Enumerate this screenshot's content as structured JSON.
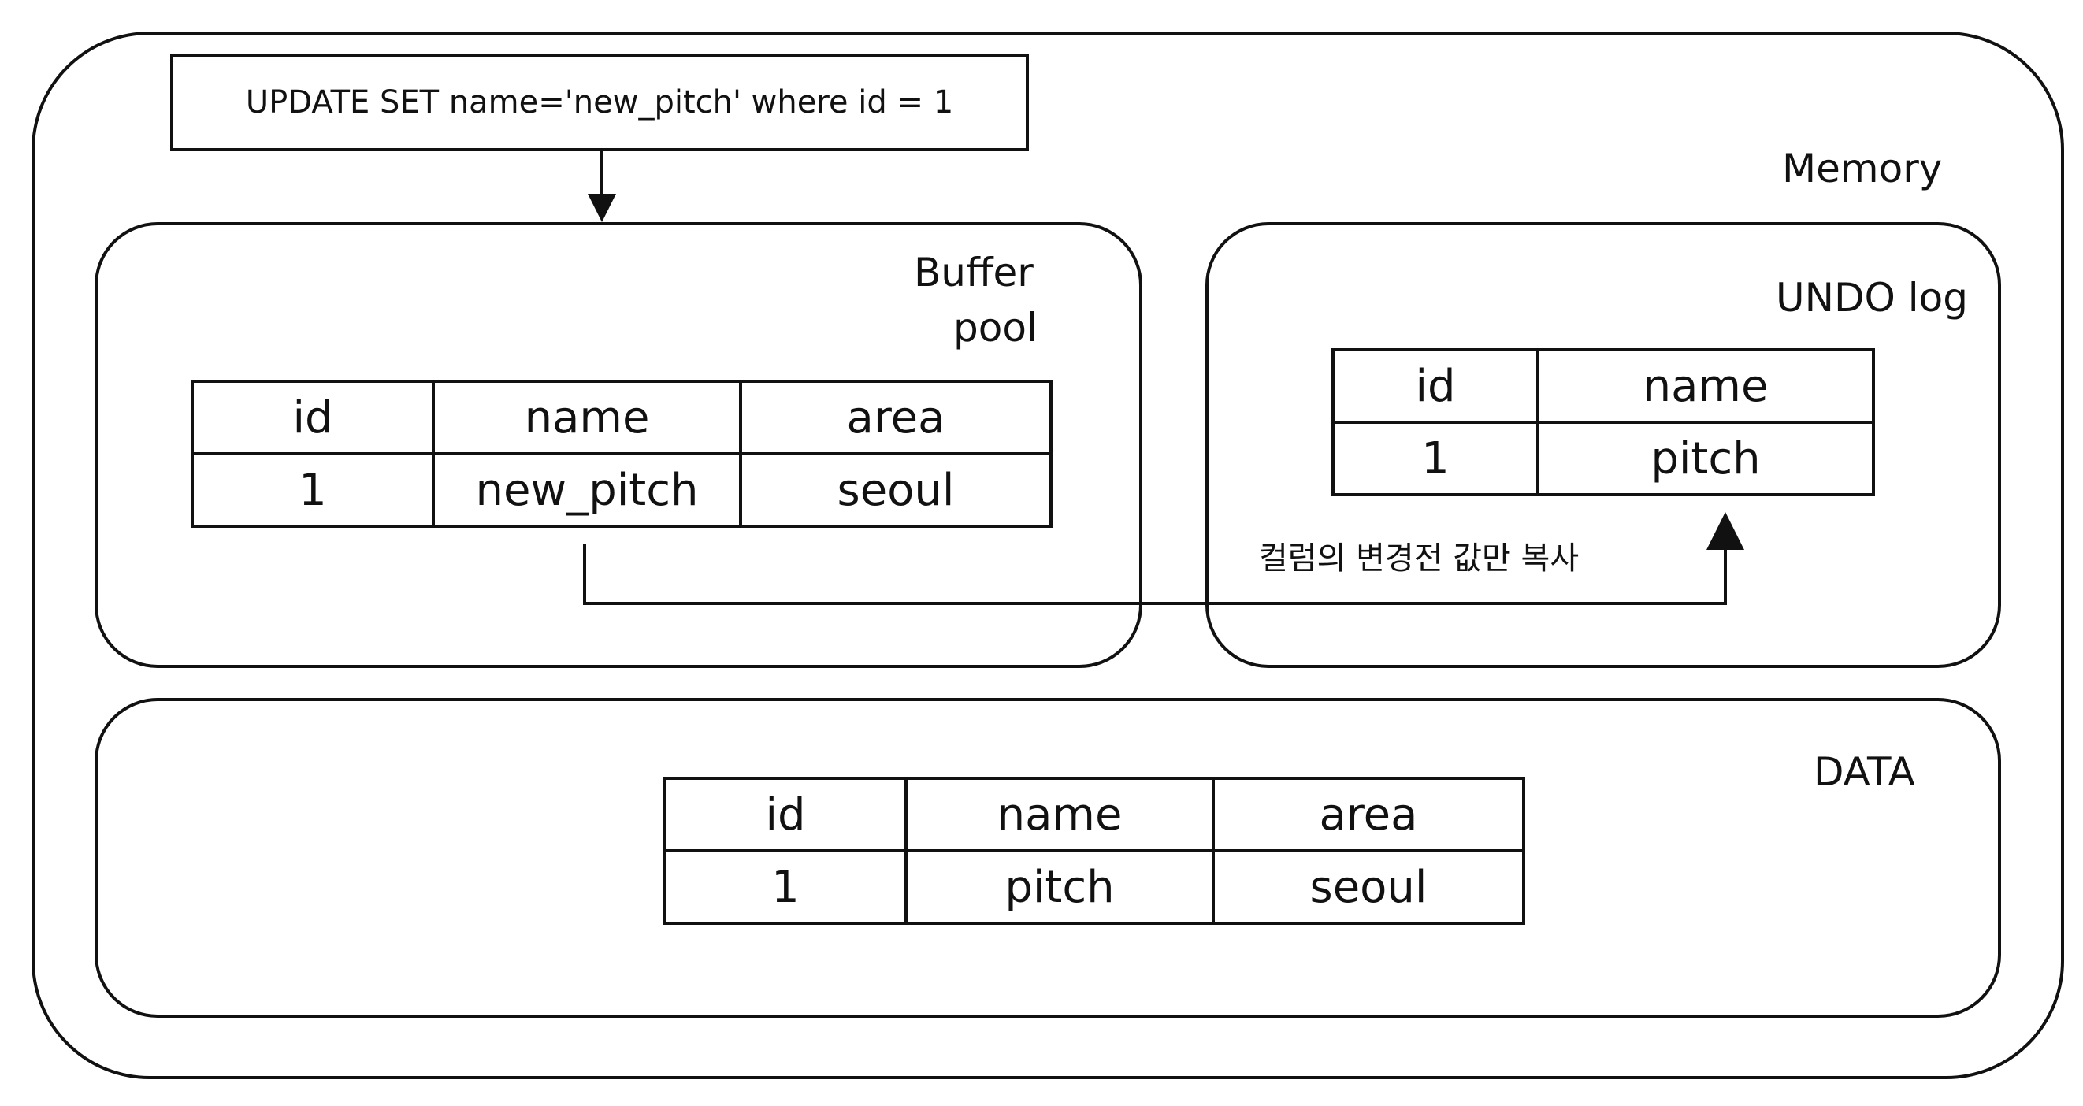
{
  "query": "UPDATE SET name='new_pitch' where id = 1",
  "memory": {
    "label": "Memory"
  },
  "buffer_pool": {
    "label_line1": "Buffer",
    "label_line2": "pool",
    "table": {
      "headers": [
        "id",
        "name",
        "area"
      ],
      "rows": [
        [
          "1",
          "new_pitch",
          "seoul"
        ]
      ]
    }
  },
  "undo_log": {
    "label": "UNDO log",
    "table": {
      "headers": [
        "id",
        "name"
      ],
      "rows": [
        [
          "1",
          "pitch"
        ]
      ]
    }
  },
  "arrow_note": "컬럼의 변경전 값만 복사",
  "data_area": {
    "label": "DATA",
    "table": {
      "headers": [
        "id",
        "name",
        "area"
      ],
      "rows": [
        [
          "1",
          "pitch",
          "seoul"
        ]
      ]
    }
  }
}
